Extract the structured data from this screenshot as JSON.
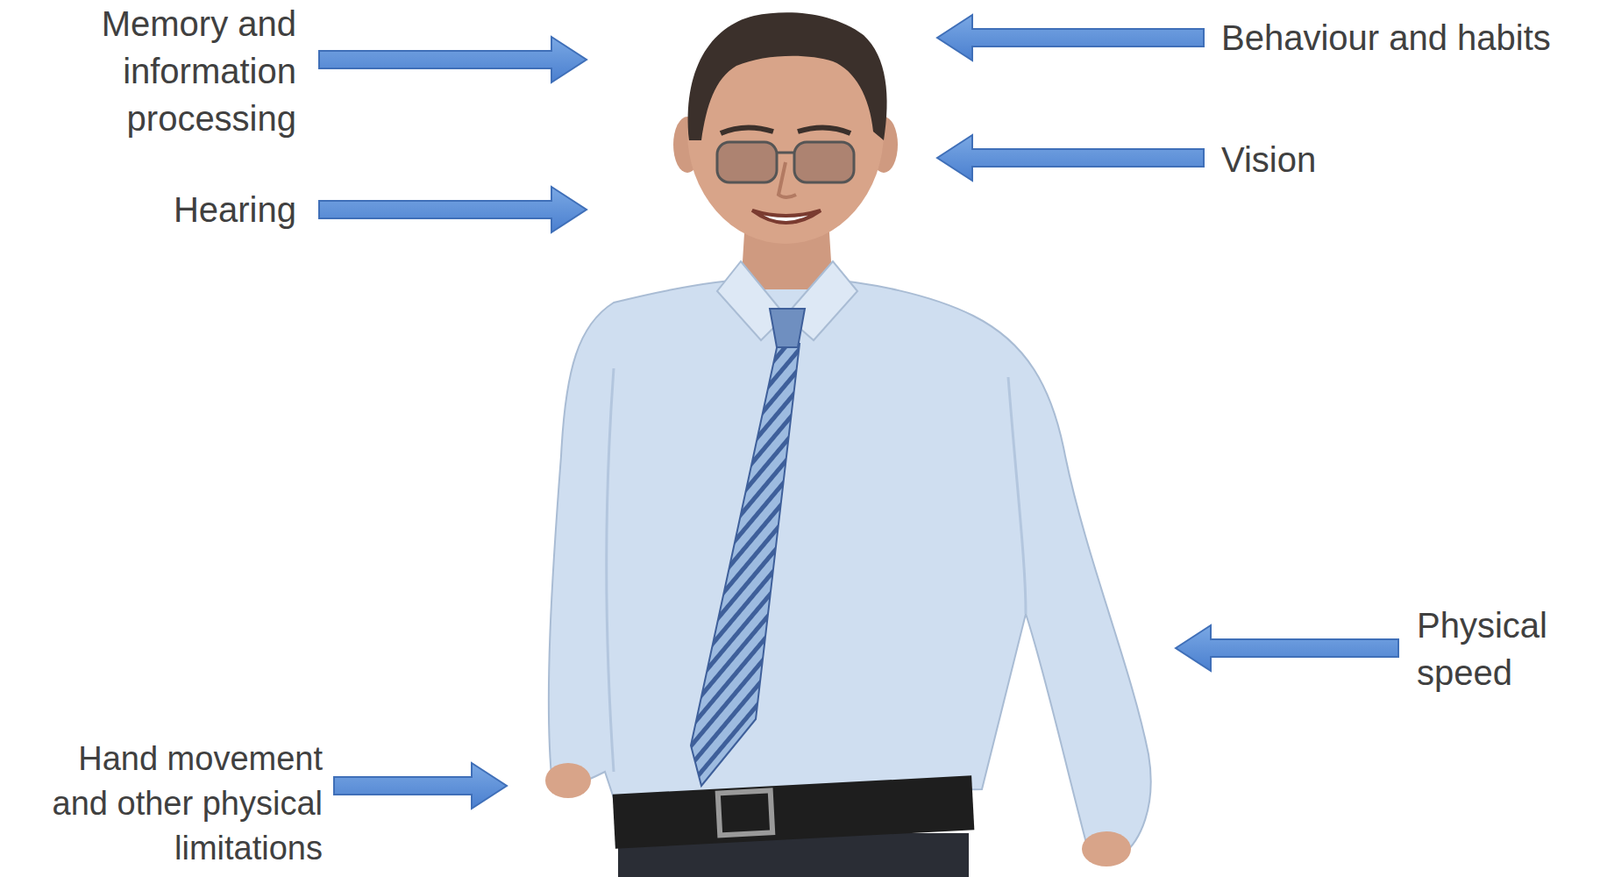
{
  "diagram": {
    "labels": [
      "Memory and information processing",
      "Hearing",
      "Hand movement and other physical limitations",
      "Behaviour and habits",
      "Vision",
      "Physical speed"
    ]
  }
}
